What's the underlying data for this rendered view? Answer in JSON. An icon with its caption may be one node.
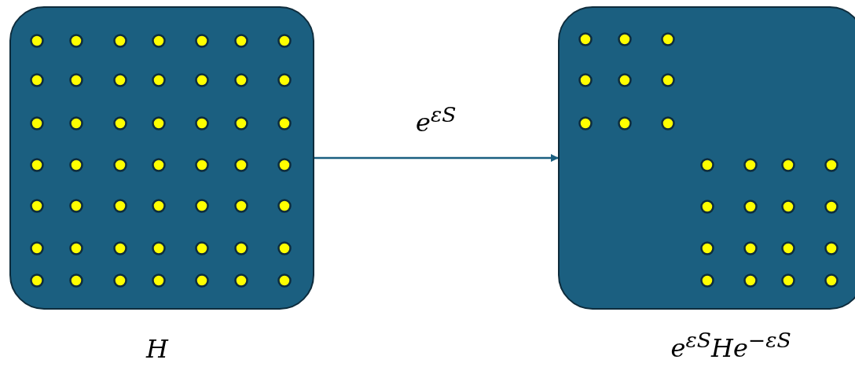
{
  "diagram": {
    "nodes": [
      {
        "text": [],
        "shape": "box",
        "beside": [
          "H"
        ]
      },
      {
        "text": [],
        "shape": "box",
        "beside": [
          "e$^{εS}$He$^{−εS}$"
        ]
      }
    ],
    "edges": [
      {
        "from": 0,
        "to": 1,
        "arrow": "to",
        "label": "e$^{εS}$"
      }
    ]
  }
}
